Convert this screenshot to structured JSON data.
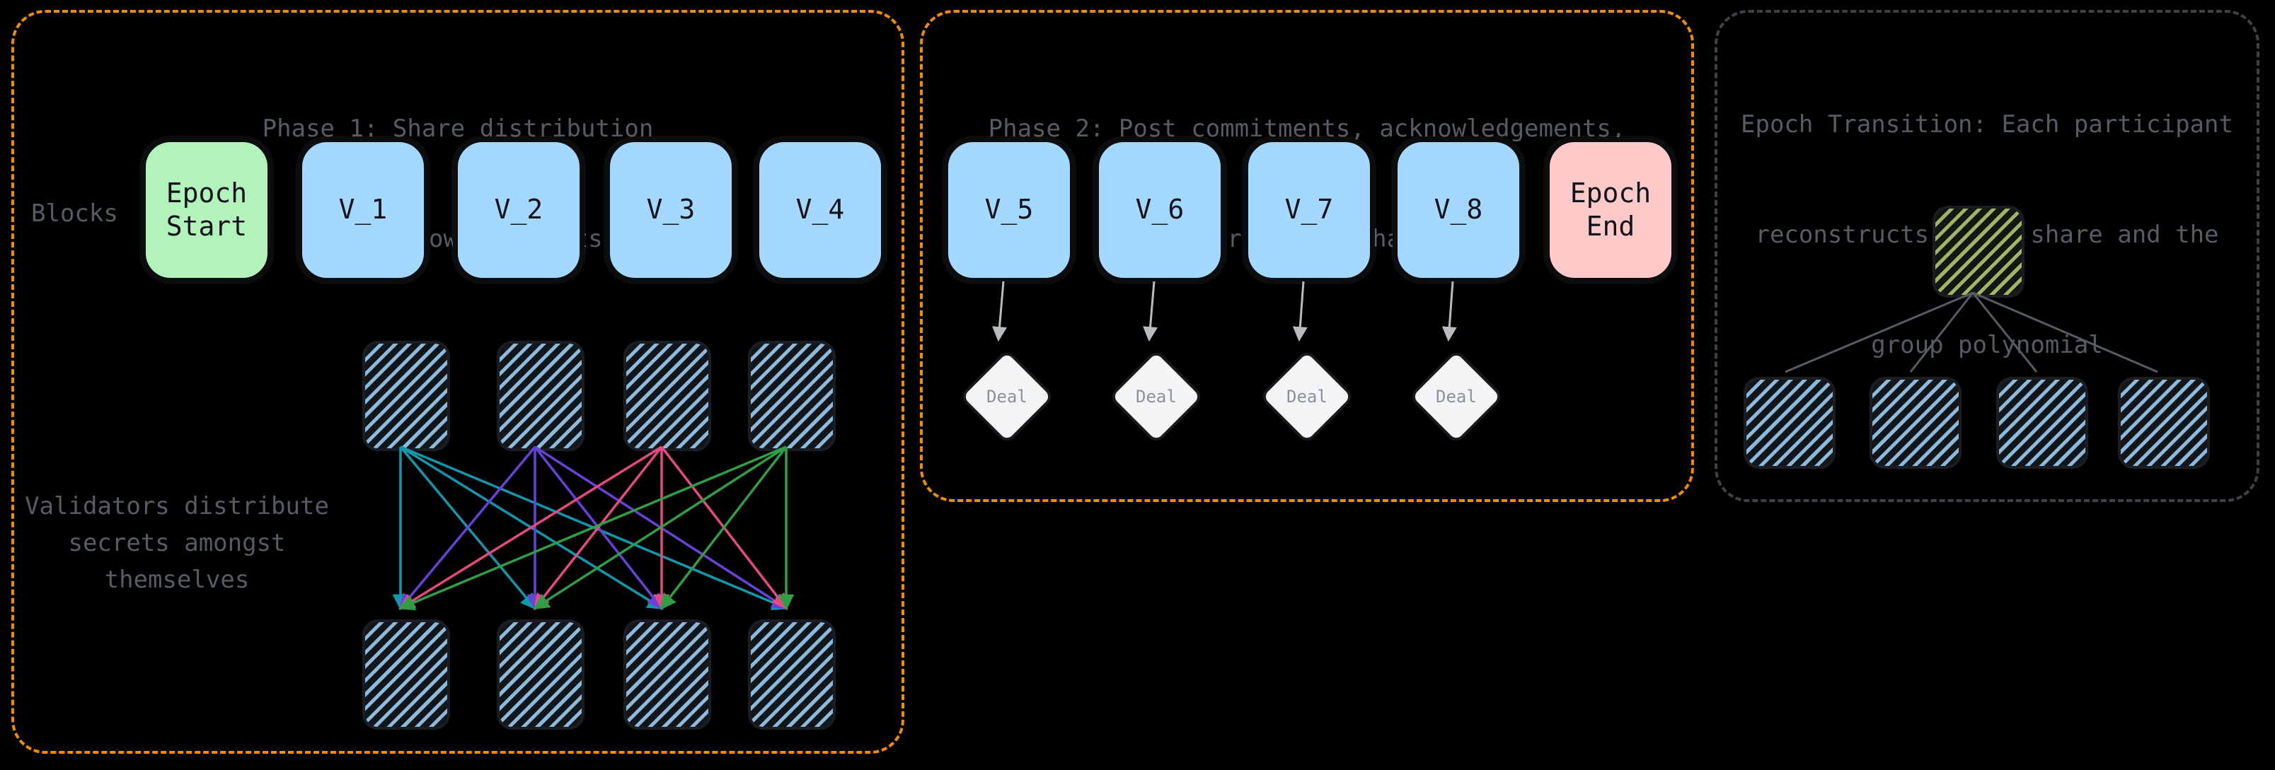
{
  "canvas": {
    "background": "#000000"
  },
  "phase1": {
    "title_line1": "Phase 1: Share distribution",
    "title_line2": "and acknowledgements",
    "blocks_label": "Blocks",
    "border_color": "#f08c00",
    "blocks": [
      {
        "label": "Epoch Start",
        "fill": "#b2f2bb"
      },
      {
        "label": "V_1",
        "fill": "#a5d8ff"
      },
      {
        "label": "V_2",
        "fill": "#a5d8ff"
      },
      {
        "label": "V_3",
        "fill": "#a5d8ff"
      },
      {
        "label": "V_4",
        "fill": "#a5d8ff"
      }
    ],
    "validators_label": [
      "Validators distribute",
      "secrets amongst",
      "themselves"
    ],
    "arrow_colors": [
      "#1098ad",
      "#6741d9",
      "#e64980",
      "#2f9e44"
    ],
    "validator_hatch_color": "#a5d8ff"
  },
  "phase2": {
    "title_line1": "Phase 2: Post commitments, acknowledgements,",
    "title_line2": "and revealed shares",
    "border_color": "#f08c00",
    "blocks": [
      {
        "label": "V_5",
        "fill": "#a5d8ff"
      },
      {
        "label": "V_6",
        "fill": "#a5d8ff"
      },
      {
        "label": "V_7",
        "fill": "#a5d8ff"
      },
      {
        "label": "V_8",
        "fill": "#a5d8ff"
      },
      {
        "label": "Epoch End",
        "fill": "#ffc9c9"
      }
    ],
    "deal_labels": [
      "Deal",
      "Deal",
      "Deal",
      "Deal"
    ],
    "deal_fill": "#f2f4f5",
    "arrow_color": "#b8bcc0"
  },
  "transition": {
    "title_line1": "Epoch Transition: Each participant",
    "title_line2": "reconstructs their share and the",
    "title_line3": "group polynomial",
    "border_color": "#3c4248",
    "line_color": "#555c63",
    "top_hatch_color": "#c7e17b",
    "bottom_hatch_color": "#a5d8ff"
  }
}
